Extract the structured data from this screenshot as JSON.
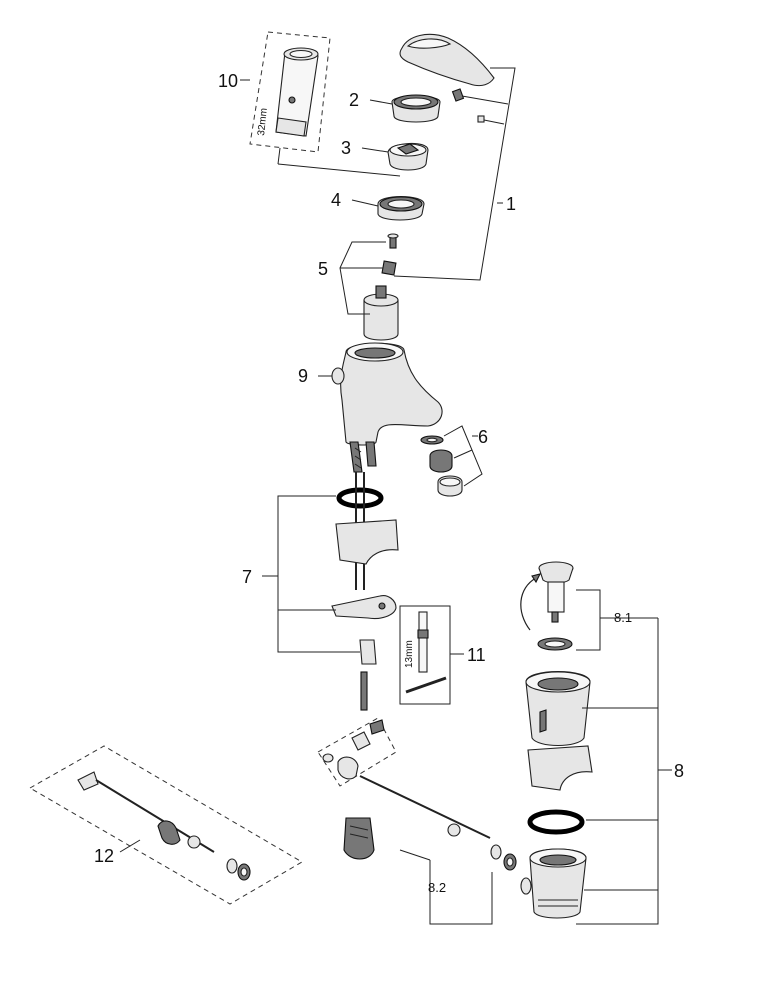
{
  "callouts": {
    "c1": "1",
    "c2": "2",
    "c3": "3",
    "c4": "4",
    "c5": "5",
    "c6": "6",
    "c7": "7",
    "c8": "8",
    "c8_1": "8.1",
    "c8_2": "8.2",
    "c9": "9",
    "c10": "10",
    "c11": "11",
    "c12": "12"
  },
  "dimensions": {
    "wrench_10": "32mm",
    "wrench_11": "13mm"
  }
}
